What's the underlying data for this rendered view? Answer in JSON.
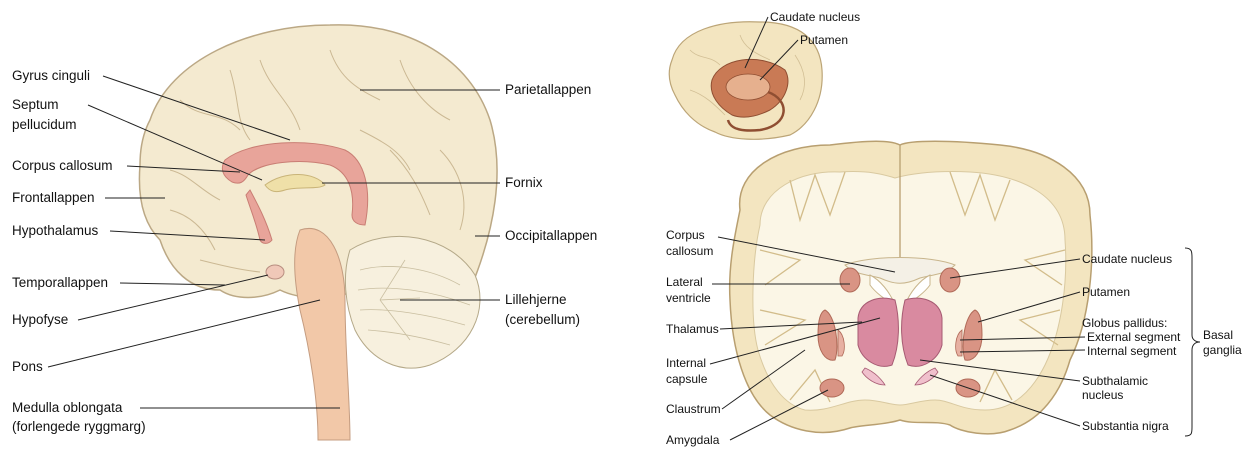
{
  "left_diagram": {
    "labels": {
      "gyrus_cinguli": "Gyrus cinguli",
      "septum": "Septum",
      "pellucidum": "pellucidum",
      "corpus_callosum": "Corpus callosum",
      "frontallappen": "Frontallappen",
      "hypothalamus": "Hypothalamus",
      "temporallappen": "Temporallappen",
      "hypofyse": "Hypofyse",
      "pons": "Pons",
      "medulla_1": "Medulla oblongata",
      "medulla_2": "(forlengede ryggmarg)",
      "parietallappen": "Parietallappen",
      "fornix": "Fornix",
      "occipitallappen": "Occipitallappen",
      "lillehjerne_1": "Lillehjerne",
      "lillehjerne_2": "(cerebellum)"
    }
  },
  "right_diagram": {
    "inset_labels": {
      "caudate": "Caudate nucleus",
      "putamen": "Putamen"
    },
    "left_labels": {
      "corpus_callosum_1": "Corpus",
      "corpus_callosum_2": "callosum",
      "lateral_ventricle_1": "Lateral",
      "lateral_ventricle_2": "ventricle",
      "thalamus": "Thalamus",
      "internal_capsule_1": "Internal",
      "internal_capsule_2": "capsule",
      "claustrum": "Claustrum",
      "amygdala": "Amygdala"
    },
    "right_labels": {
      "caudate": "Caudate nucleus",
      "putamen": "Putamen",
      "globus_pallidus": "Globus pallidus:",
      "external_segment": "External segment",
      "internal_segment": "Internal segment",
      "subthalamic_1": "Subthalamic",
      "subthalamic_2": "nucleus",
      "substantia_nigra": "Substantia nigra"
    },
    "bracket_labels": {
      "basal": "Basal",
      "ganglia": "ganglia"
    }
  },
  "colors": {
    "cortex": "#f3e8c8",
    "cortex_outline": "#bfae86",
    "white_matter": "#fbf6e8",
    "corpus_callosum": "#e8a49a",
    "thalamus": "#d98aa0",
    "basal_nuclei": "#d99484",
    "brainstem": "#f2c8a8"
  }
}
